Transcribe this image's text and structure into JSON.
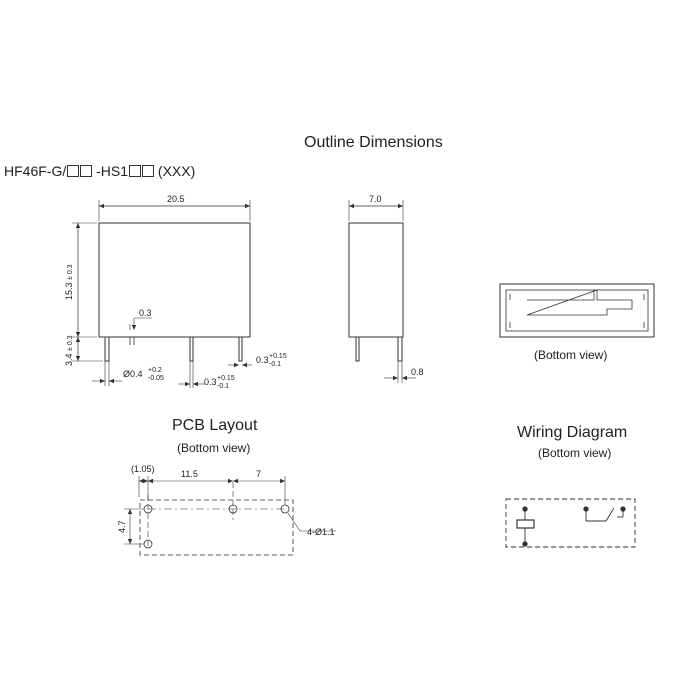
{
  "title": "Outline Dimensions",
  "model": {
    "prefix": "HF46F-G/",
    "middle": " -HS1",
    "suffix": " (XXX)"
  },
  "front_view": {
    "width": "20.5",
    "height": "15.3",
    "height_tol": "± 0.3",
    "pin_length": "3.4",
    "pin_length_tol": "± 0.3",
    "pin_offset": "0.3",
    "pin_dia": "Ø0.4",
    "pin_dia_tol_plus": "+0.2",
    "pin_dia_tol_minus": "-0.05",
    "pin_width_a": "0.3",
    "pin_width_a_tol_plus": "+0.15",
    "pin_width_a_tol_minus": "-0.1",
    "pin_width_b": "0.3",
    "pin_width_b_tol_plus": "+0.15",
    "pin_width_b_tol_minus": "-0.1"
  },
  "side_view": {
    "width": "7.0",
    "pin_width": "0.8"
  },
  "bottom_view": {
    "caption": "(Bottom view)"
  },
  "pcb": {
    "title": "PCB Layout",
    "caption": "(Bottom view)",
    "offset": "(1.05)",
    "spacing_a": "11.5",
    "spacing_b": "7",
    "row_spacing": "4.7",
    "hole_spec": "4-Ø1.1"
  },
  "wiring": {
    "title": "Wiring Diagram",
    "caption": "(Bottom view)"
  }
}
